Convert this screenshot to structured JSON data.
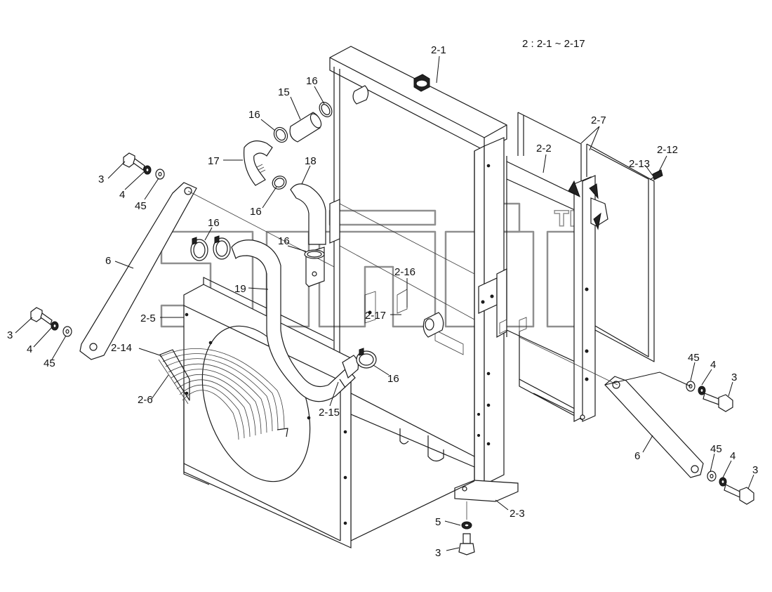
{
  "header_note": "2 : 2-1 ~ 2-17",
  "watermark_tm": "TM",
  "labels": [
    {
      "id": "l-2-1",
      "text": "2-1"
    },
    {
      "id": "l-16a",
      "text": "16"
    },
    {
      "id": "l-15",
      "text": "15"
    },
    {
      "id": "l-16b",
      "text": "16"
    },
    {
      "id": "l-17",
      "text": "17"
    },
    {
      "id": "l-18",
      "text": "18"
    },
    {
      "id": "l-16c",
      "text": "16"
    },
    {
      "id": "l-16d",
      "text": "16"
    },
    {
      "id": "l-16e",
      "text": "16"
    },
    {
      "id": "l-3a",
      "text": "3"
    },
    {
      "id": "l-4a",
      "text": "4"
    },
    {
      "id": "l-45a",
      "text": "45"
    },
    {
      "id": "l-6a",
      "text": "6"
    },
    {
      "id": "l-19",
      "text": "19"
    },
    {
      "id": "l-2-16",
      "text": "2-16"
    },
    {
      "id": "l-2-17",
      "text": "2-17"
    },
    {
      "id": "l-2-5",
      "text": "2-5"
    },
    {
      "id": "l-3b",
      "text": "3"
    },
    {
      "id": "l-4b",
      "text": "4"
    },
    {
      "id": "l-45b",
      "text": "45"
    },
    {
      "id": "l-2-14",
      "text": "2-14"
    },
    {
      "id": "l-2-6",
      "text": "2-6"
    },
    {
      "id": "l-16f",
      "text": "16"
    },
    {
      "id": "l-2-15",
      "text": "2-15"
    },
    {
      "id": "l-2-7",
      "text": "2-7"
    },
    {
      "id": "l-2-2",
      "text": "2-2"
    },
    {
      "id": "l-2-12",
      "text": "2-12"
    },
    {
      "id": "l-2-13",
      "text": "2-13"
    },
    {
      "id": "l-45c",
      "text": "45"
    },
    {
      "id": "l-4c",
      "text": "4"
    },
    {
      "id": "l-3c",
      "text": "3"
    },
    {
      "id": "l-6b",
      "text": "6"
    },
    {
      "id": "l-45d",
      "text": "45"
    },
    {
      "id": "l-4d",
      "text": "4"
    },
    {
      "id": "l-3d",
      "text": "3"
    },
    {
      "id": "l-2-3",
      "text": "2-3"
    },
    {
      "id": "l-5",
      "text": "5"
    },
    {
      "id": "l-3e",
      "text": "3"
    }
  ]
}
